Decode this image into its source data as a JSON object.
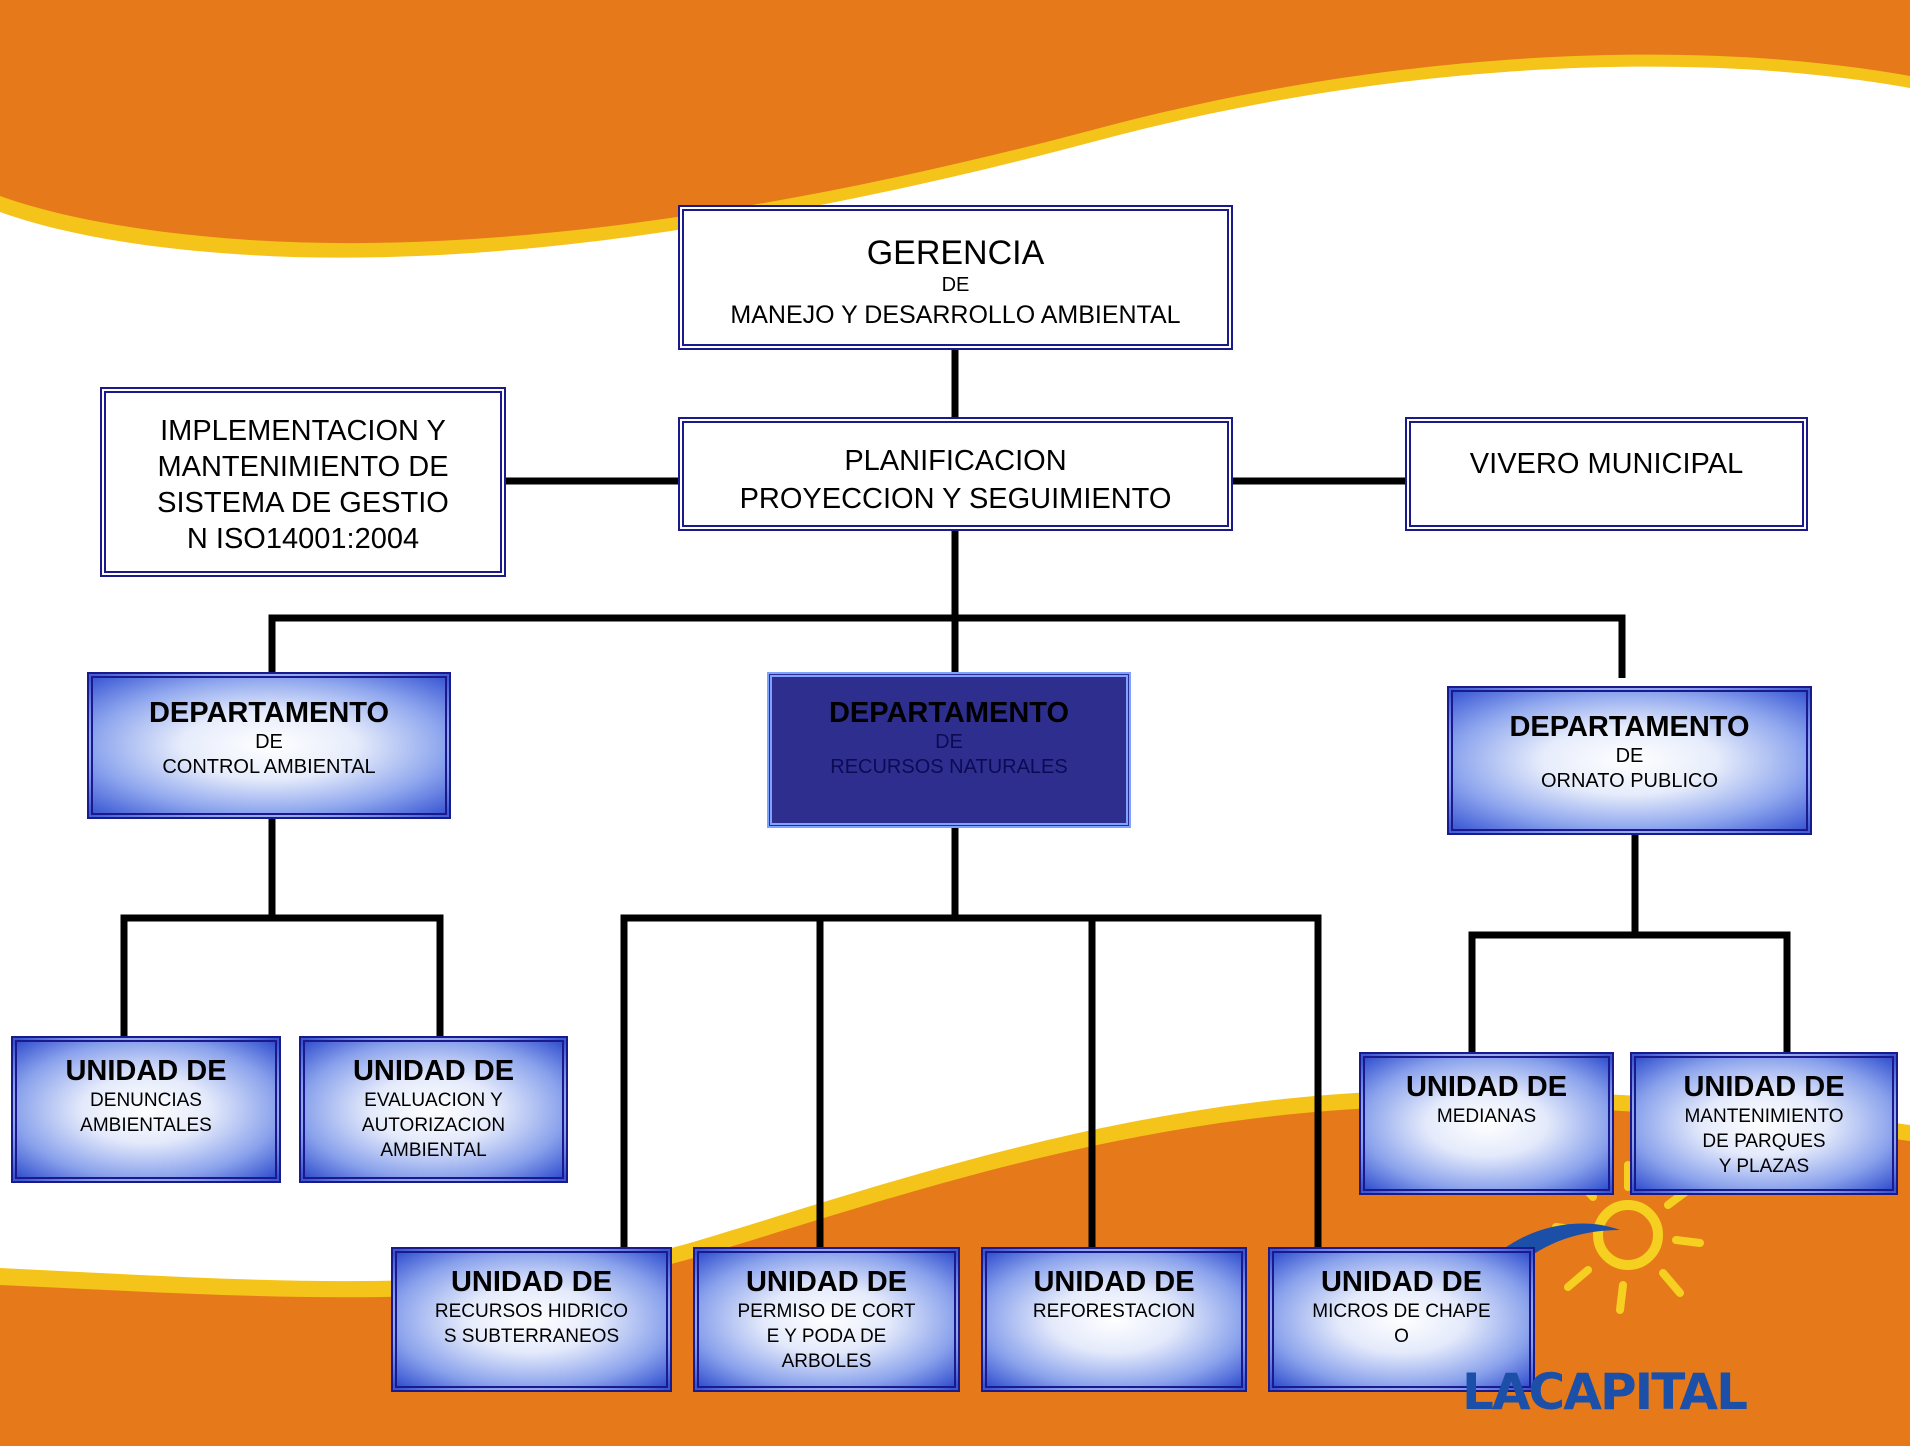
{
  "colors": {
    "banner_orange": "#e67a1a",
    "banner_yellow": "#f5c41a",
    "box_border": "#1a1a8c",
    "dept_dark_fill": "#2e2e8f",
    "connector": "#000000"
  },
  "gerencia": {
    "title": "GERENCIA",
    "line2": "DE",
    "line3": "MANEJO Y DESARROLLO AMBIENTAL"
  },
  "planificacion": {
    "line1": "PLANIFICACION",
    "line2": "PROYECCION Y SEGUIMIENTO"
  },
  "iso": {
    "line1": "IMPLEMENTACION Y",
    "line2": "MANTENIMIENTO DE",
    "line3": "SISTEMA DE GESTIO",
    "line4": "N ISO14001:2004"
  },
  "vivero": {
    "label": "VIVERO MUNICIPAL"
  },
  "departments": [
    {
      "title": "DEPARTAMENTO",
      "de": "DE",
      "name": "CONTROL AMBIENTAL"
    },
    {
      "title": "DEPARTAMENTO",
      "de": "DE",
      "name": "RECURSOS  NATURALES"
    },
    {
      "title": "DEPARTAMENTO",
      "de": "DE",
      "name": "ORNATO PUBLICO"
    }
  ],
  "units": [
    {
      "title": "UNIDAD DE",
      "lines": [
        "DENUNCIAS",
        "AMBIENTALES"
      ]
    },
    {
      "title": "UNIDAD DE",
      "lines": [
        "EVALUACION Y",
        "AUTORIZACION",
        "AMBIENTAL"
      ]
    },
    {
      "title": "UNIDAD DE",
      "lines": [
        "RECURSOS HIDRICO",
        "S SUBTERRANEOS"
      ]
    },
    {
      "title": "UNIDAD DE",
      "lines": [
        "PERMISO DE CORT",
        "E Y PODA DE",
        "ARBOLES"
      ]
    },
    {
      "title": "UNIDAD DE",
      "lines": [
        "REFORESTACION"
      ]
    },
    {
      "title": "UNIDAD DE",
      "lines": [
        "MICROS DE CHAPE",
        "O"
      ]
    },
    {
      "title": "UNIDAD DE",
      "lines": [
        "MEDIANAS"
      ]
    },
    {
      "title": "UNIDAD DE",
      "lines": [
        "MANTENIMIENTO",
        "DE PARQUES",
        "Y PLAZAS"
      ]
    }
  ],
  "logo": {
    "text": "LACAPITAL",
    "icon": "sun-icon"
  }
}
